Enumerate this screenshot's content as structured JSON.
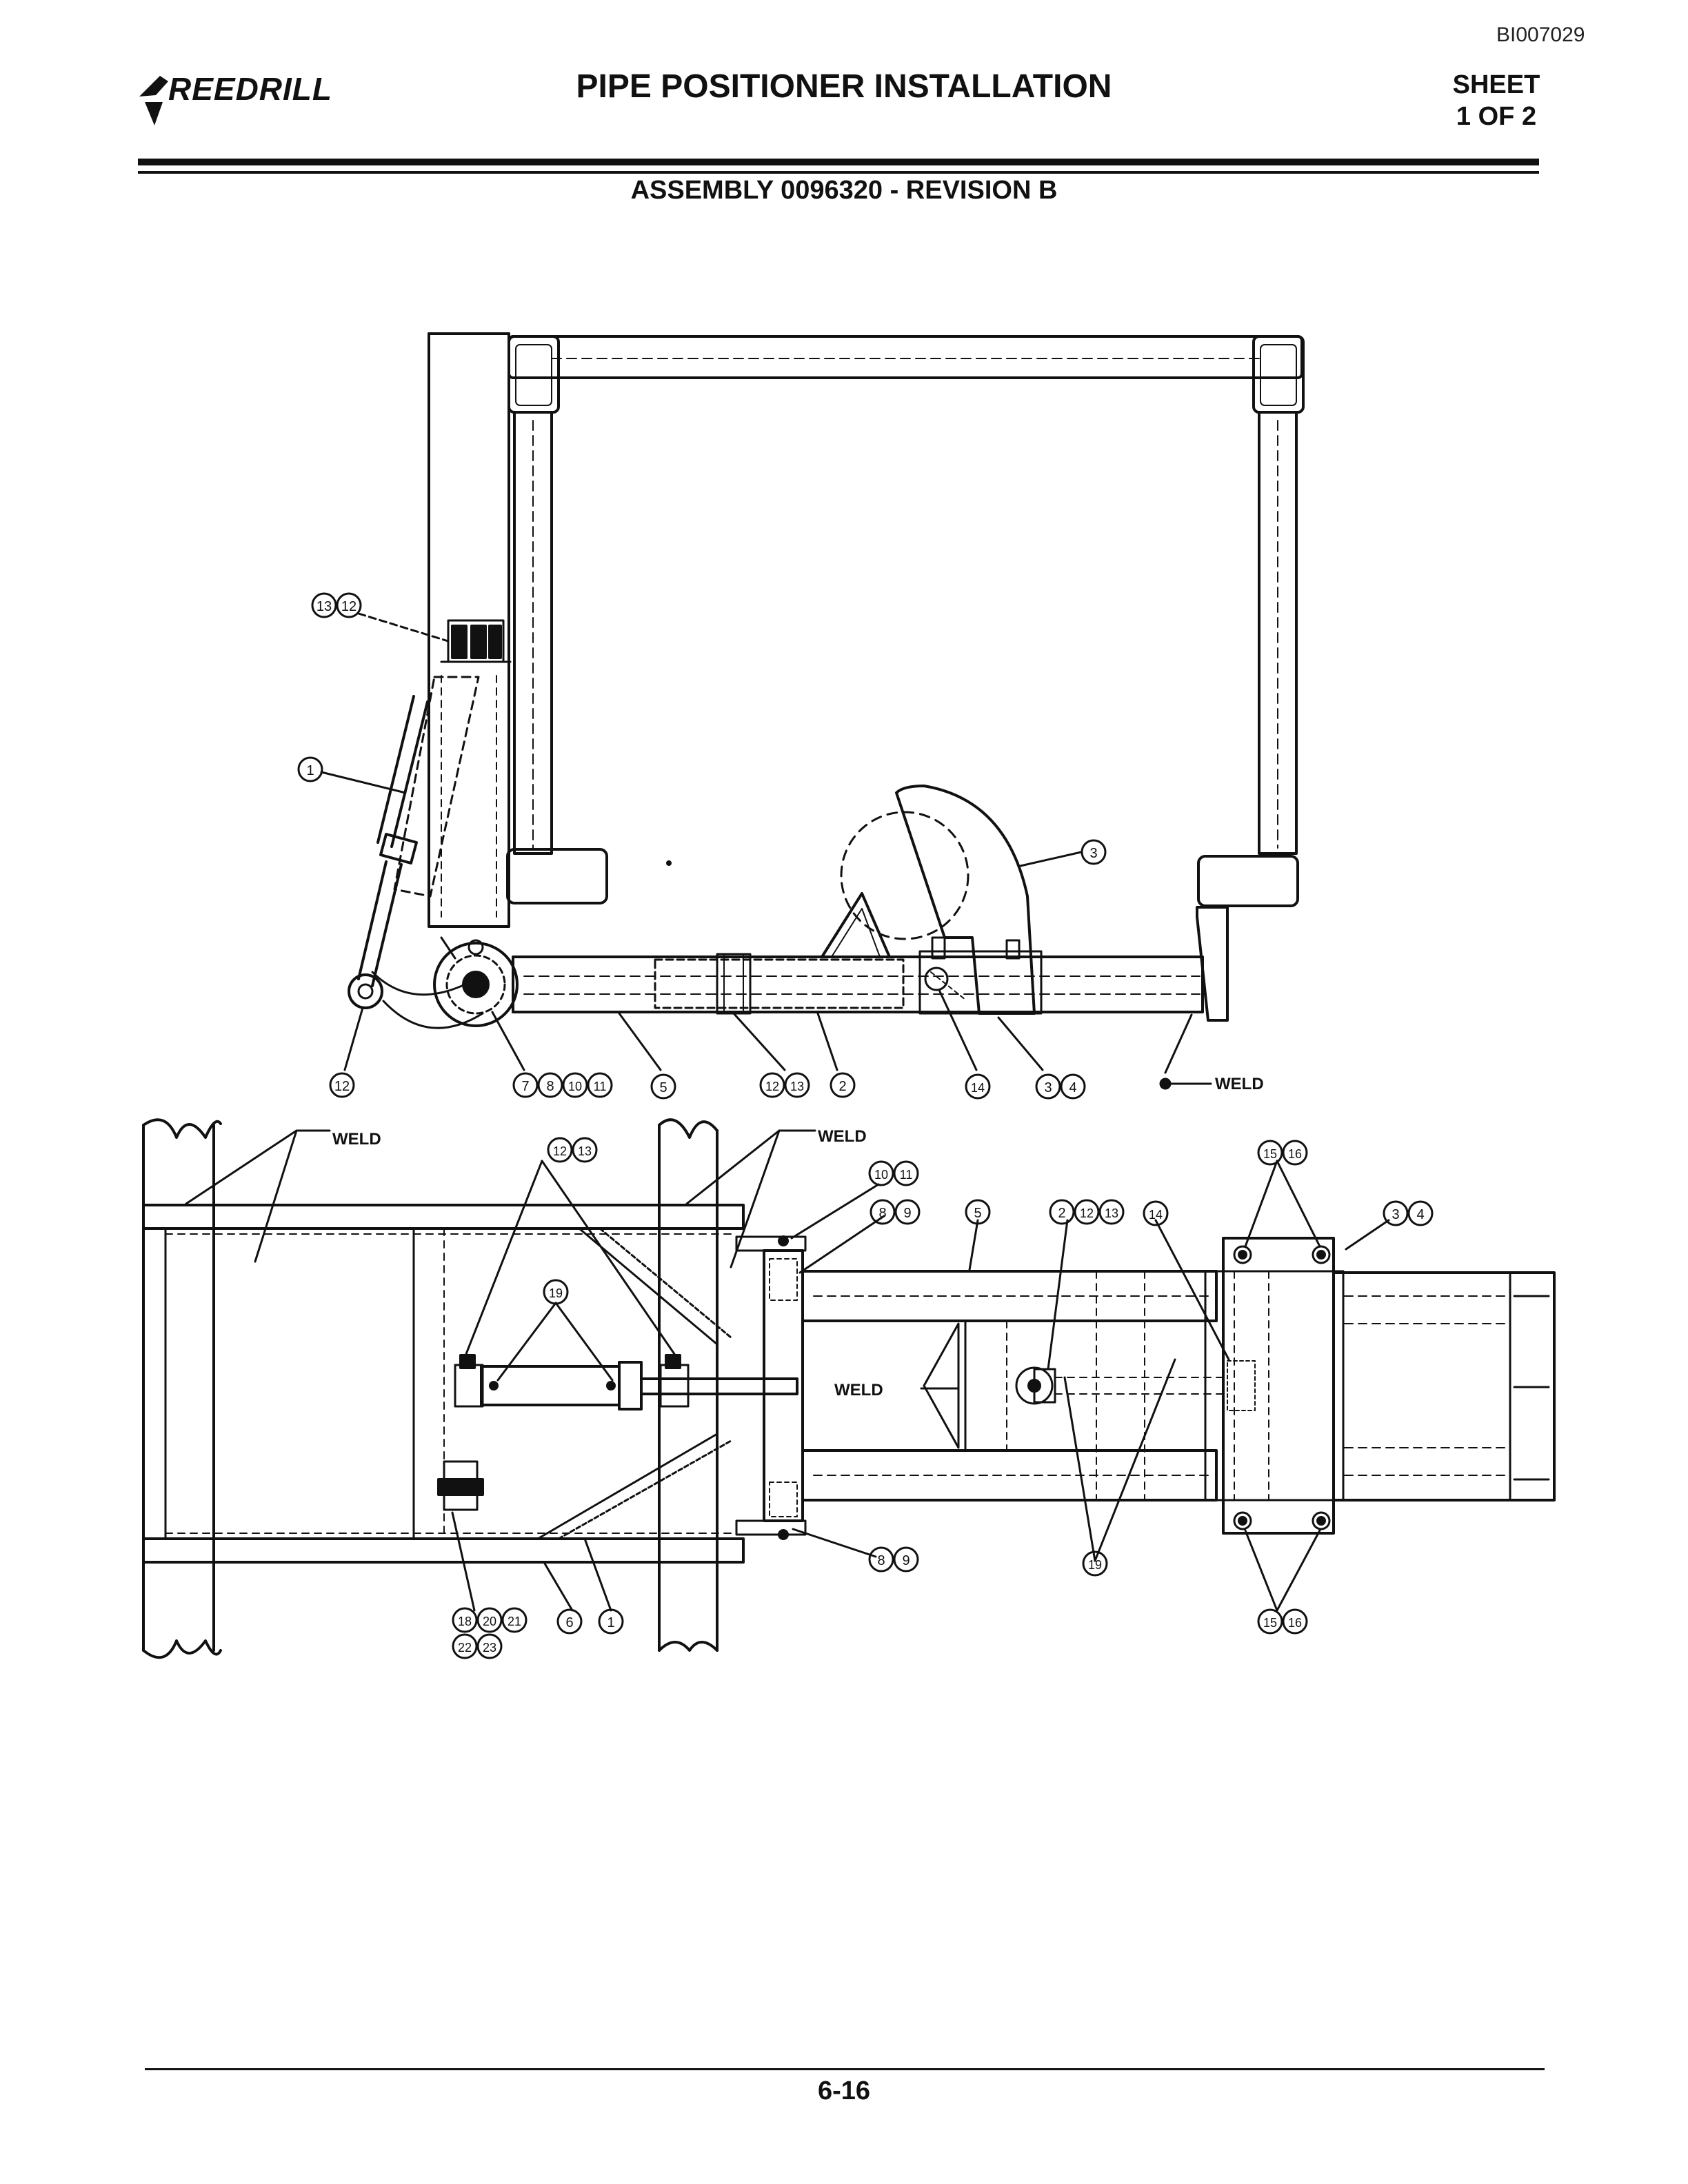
{
  "header": {
    "doc_id": "BI007029",
    "logo_text": "REEDRILL",
    "title": "PIPE POSITIONER INSTALLATION",
    "sheet_line1": "SHEET",
    "sheet_line2": "1 OF 2",
    "subtitle": "ASSEMBLY 0096320 - REVISION B"
  },
  "labels": {
    "weld": "WELD"
  },
  "callouts": {
    "c_13": "13",
    "c_12": "12",
    "c_1": "1",
    "c_3": "3",
    "c_7": "7",
    "c_8": "8",
    "c_10": "10",
    "c_11": "11",
    "c_5": "5",
    "c_2": "2",
    "c_14": "14",
    "c_4": "4",
    "c_9": "9",
    "c_15": "15",
    "c_16": "16",
    "c_19": "19",
    "c_6": "6",
    "c_18": "18",
    "c_20": "20",
    "c_21": "21",
    "c_22": "22",
    "c_23": "23"
  },
  "footer": {
    "page_number": "6-16"
  }
}
